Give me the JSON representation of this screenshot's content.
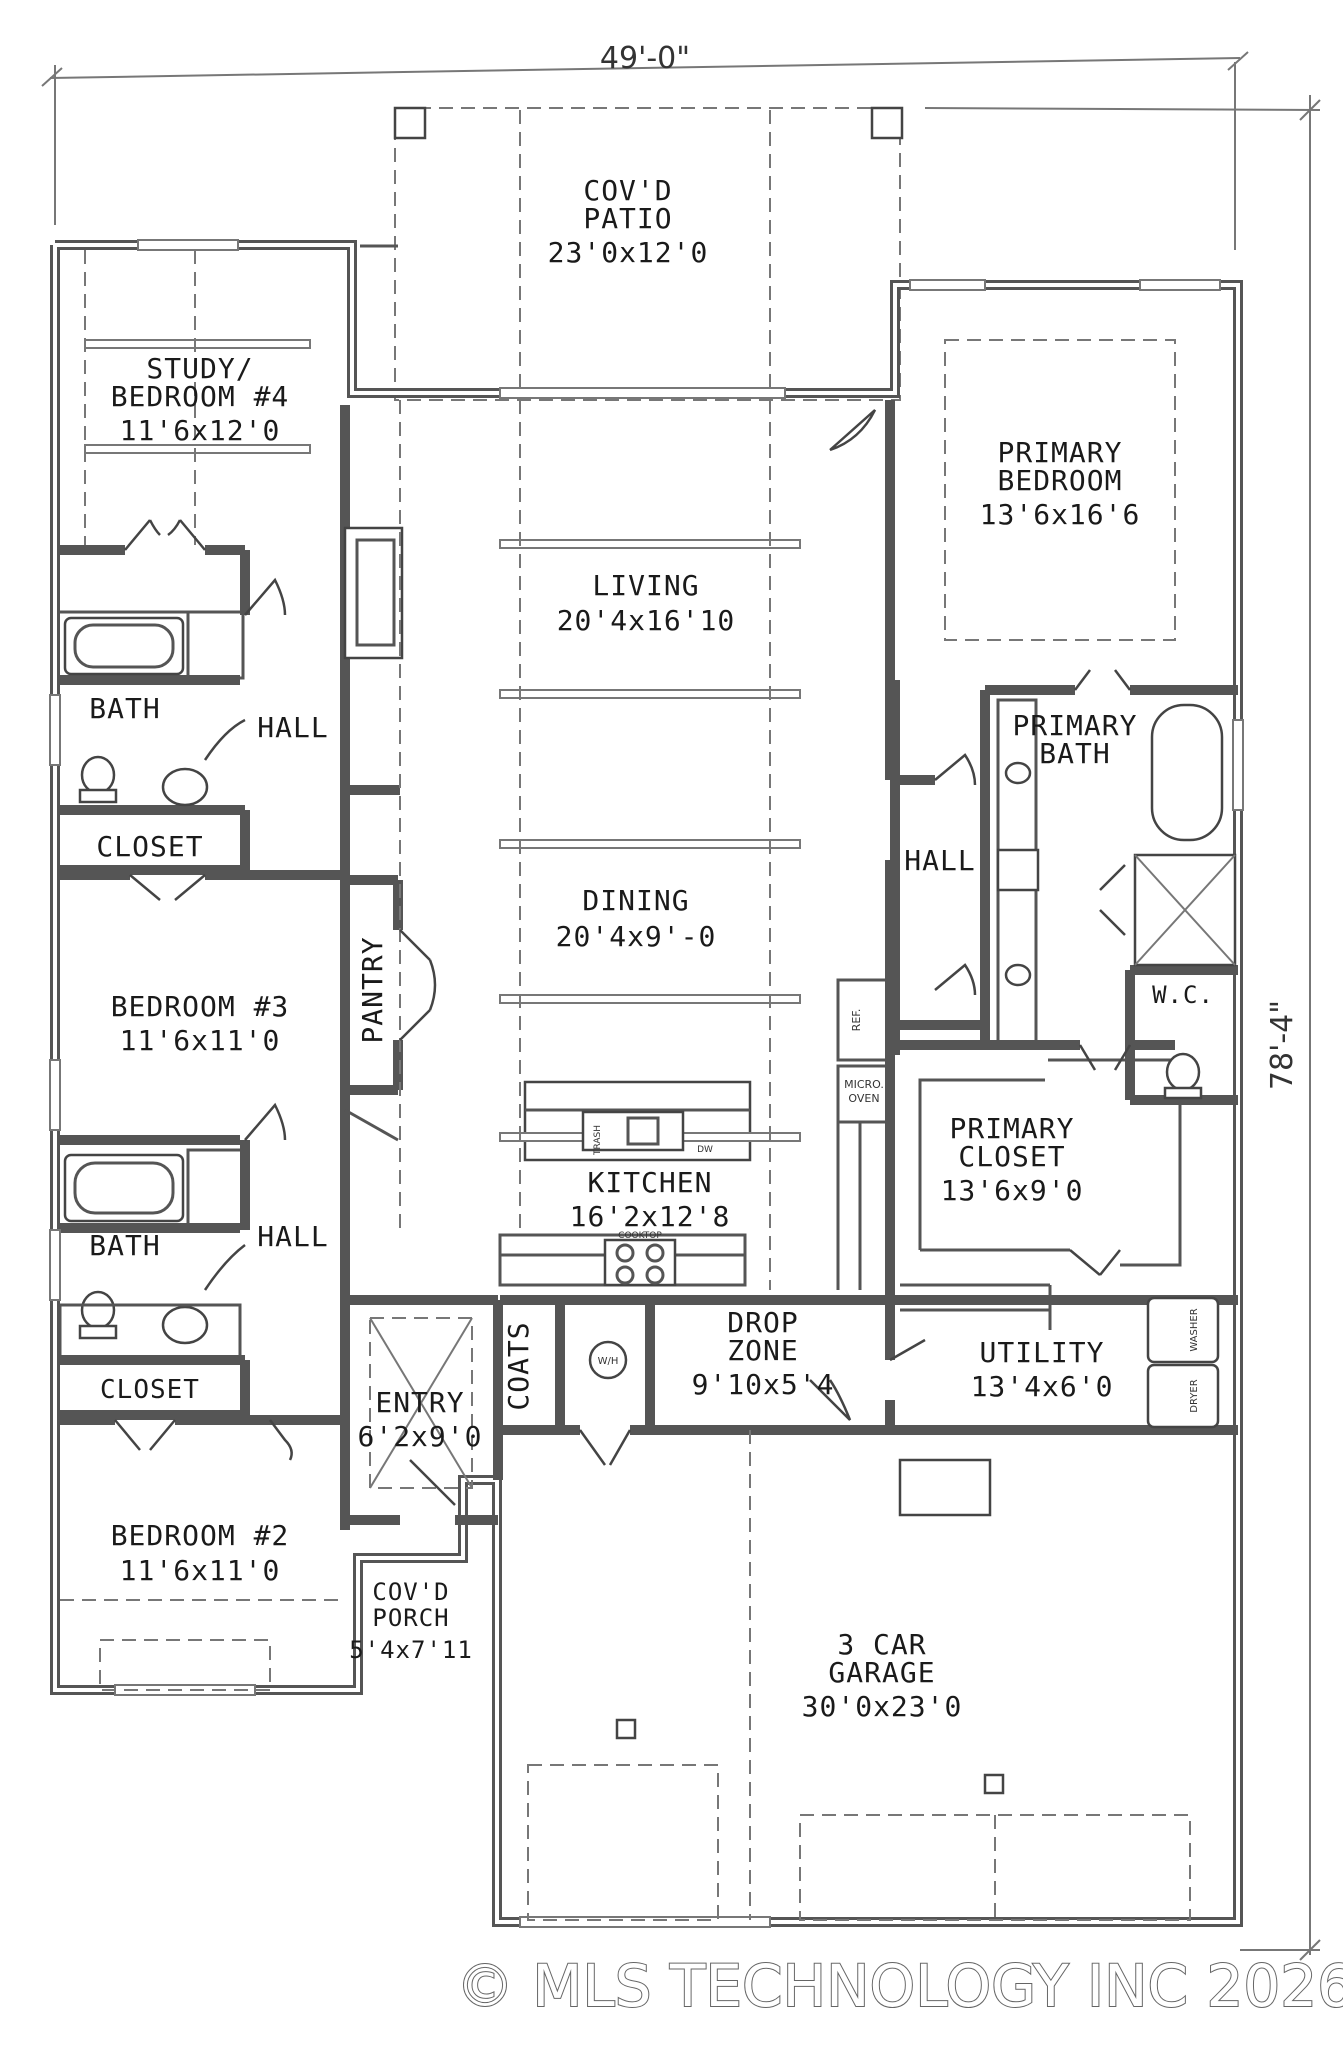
{
  "dimensions": {
    "overall_width": "49'-0\"",
    "overall_depth": "78'-4\""
  },
  "rooms": {
    "covd_patio": {
      "name_line1": "COV'D",
      "name_line2": "PATIO",
      "size": "23'0x12'0"
    },
    "study": {
      "name_line1": "STUDY/",
      "name_line2": "BEDROOM #4",
      "size": "11'6x12'0"
    },
    "primary_bedroom": {
      "name_line1": "PRIMARY",
      "name_line2": "BEDROOM",
      "size": "13'6x16'6"
    },
    "living": {
      "name": "LIVING",
      "size": "20'4x16'10"
    },
    "bath_upper": {
      "name": "BATH"
    },
    "hall_upper": {
      "name": "HALL"
    },
    "closet_upper": {
      "name": "CLOSET"
    },
    "primary_bath": {
      "name_line1": "PRIMARY",
      "name_line2": "BATH"
    },
    "hall_right": {
      "name": "HALL"
    },
    "dining": {
      "name": "DINING",
      "size": "20'4x9'-0"
    },
    "bedroom3": {
      "name": "BEDROOM #3",
      "size": "11'6x11'0"
    },
    "pantry": {
      "name": "PANTRY"
    },
    "wc": {
      "name": "W.C."
    },
    "primary_closet": {
      "name_line1": "PRIMARY",
      "name_line2": "CLOSET",
      "size": "13'6x9'0"
    },
    "kitchen": {
      "name": "KITCHEN",
      "size": "16'2x12'8"
    },
    "bath_lower": {
      "name": "BATH"
    },
    "hall_lower": {
      "name": "HALL"
    },
    "drop_zone": {
      "name_line1": "DROP",
      "name_line2": "ZONE",
      "size": "9'10x5'4"
    },
    "utility": {
      "name": "UTILITY",
      "size": "13'4x6'0"
    },
    "closet_lower": {
      "name": "CLOSET"
    },
    "entry": {
      "name": "ENTRY",
      "size": "6'2x9'0"
    },
    "coats": {
      "name": "COATS"
    },
    "bedroom2": {
      "name": "BEDROOM #2",
      "size": "11'6x11'0"
    },
    "covd_porch": {
      "name_line1": "COV'D",
      "name_line2": "PORCH",
      "size": "5'4x7'11"
    },
    "garage": {
      "name_line1": "3 CAR",
      "name_line2": "GARAGE",
      "size": "30'0x23'0"
    }
  },
  "fixture_labels": {
    "ref": "REF.",
    "micro_oven_1": "MICRO.",
    "micro_oven_2": "OVEN",
    "trash": "TRASH",
    "dw": "DW",
    "cooktop": "COOKTOP",
    "wh": "W/H",
    "washer": "WASHER",
    "dryer": "DRYER"
  },
  "watermark": "© MLS TECHNOLOGY INC 2026"
}
